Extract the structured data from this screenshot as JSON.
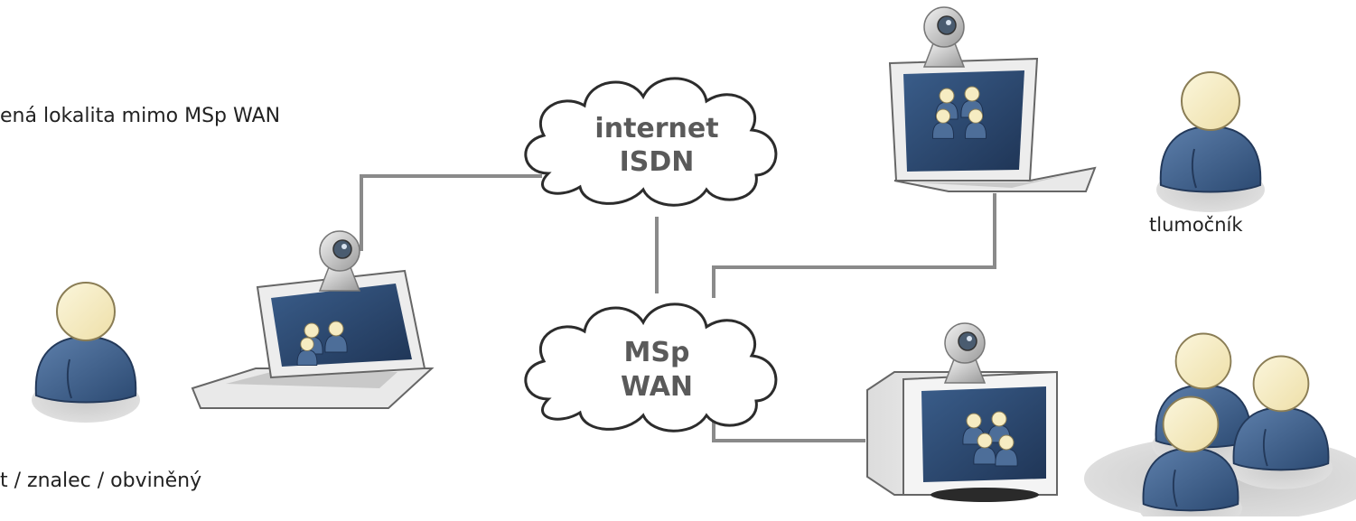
{
  "labels": {
    "remote_location": "ená lokalita mimo MSp WAN",
    "witness_roles": "t / znalec / obviněný",
    "interpreter": "tlumočník"
  },
  "clouds": {
    "internet": {
      "line1": "internet",
      "line2": "ISDN"
    },
    "wan": {
      "line1": "MSp",
      "line2": "WAN"
    }
  },
  "colors": {
    "cloud_text": "#5a5a5a",
    "link_line": "#8a8a8a",
    "person_body": "#3e5f8a",
    "person_head": "#f6ecc2",
    "screen": "#2f4d77"
  }
}
